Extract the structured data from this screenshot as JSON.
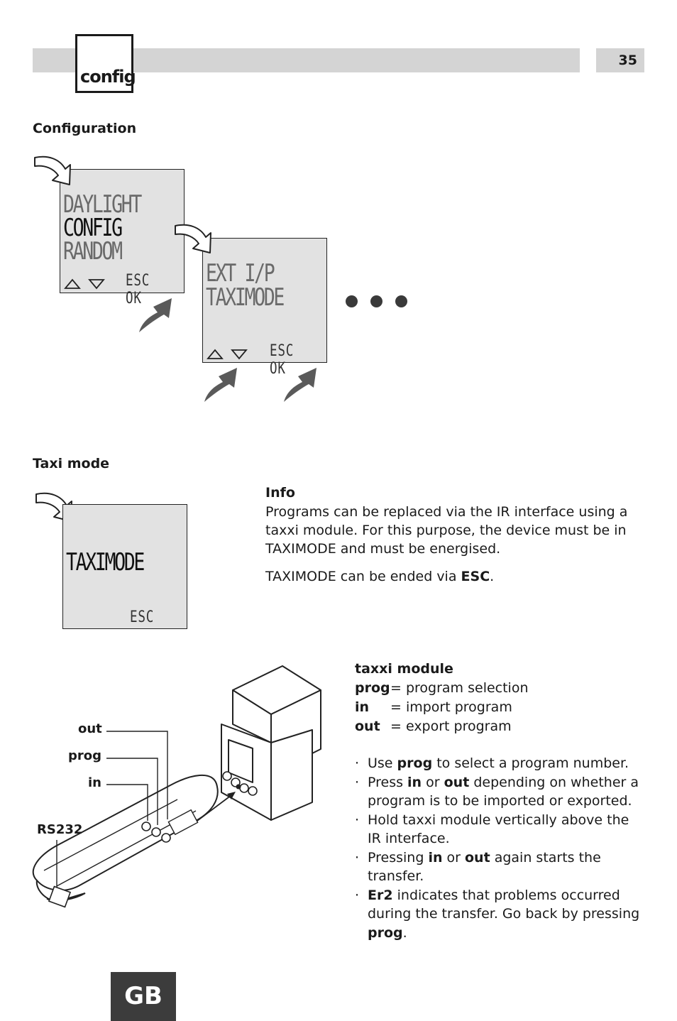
{
  "header": {
    "tab_label": "config",
    "page_number": "35"
  },
  "section_config": {
    "title": "Configuration",
    "screen1": {
      "lines": [
        "DAYLIGHT",
        "CONFIG",
        "RANDOM"
      ],
      "esc": "ESC",
      "ok": "OK"
    },
    "screen2": {
      "lines": [
        "EXT I/P",
        "TAXIMODE"
      ],
      "esc": "ESC",
      "ok": "OK"
    }
  },
  "section_taxi": {
    "title": "Taxi mode",
    "screen": {
      "line": "TAXIMODE",
      "esc": "ESC"
    },
    "info_title": "Info",
    "info_paragraph": "Programs can be replaced via the IR interface using a taxxi module. For this purpose, the device must be in TAXIMODE and must be energised.",
    "end_text_prefix": "TAXIMODE can be ended via ",
    "end_text_key": "ESC",
    "end_text_suffix": "."
  },
  "module": {
    "labels": {
      "out": "out",
      "prog": "prog",
      "in": "in",
      "rs232": "RS232"
    },
    "title": "taxxi module",
    "keys": [
      {
        "key": "prog",
        "desc": "= program selection"
      },
      {
        "key": "in",
        "desc": "= import program"
      },
      {
        "key": "out",
        "desc": "= export program"
      }
    ],
    "bullets": {
      "b1": {
        "t1": "Use ",
        "k1": "prog",
        "t2": " to select a program number."
      },
      "b2": {
        "t1": "Press ",
        "k1": "in",
        "t2": " or ",
        "k2": "out",
        "t3": " depending on whether a program is to be imported or exported."
      },
      "b3": {
        "t1": "Hold taxxi module vertically above the IR interface."
      },
      "b4": {
        "t1": "Pressing ",
        "k1": "in",
        "t2": " or ",
        "k2": "out",
        "t3": " again starts the transfer."
      },
      "b5": {
        "k1": "Er2",
        "t1": " indicates that problems occurred during the transfer. Go back by pressing ",
        "k2": "prog",
        "t2": "."
      }
    }
  },
  "footer": {
    "language": "GB"
  }
}
